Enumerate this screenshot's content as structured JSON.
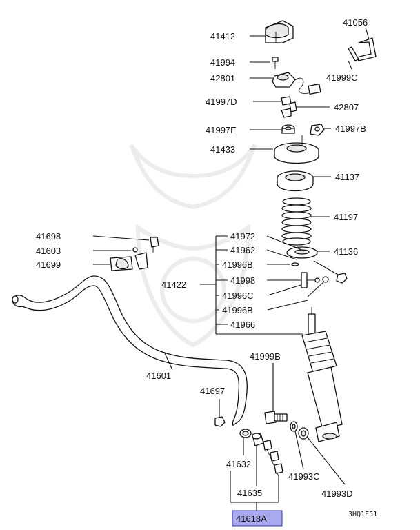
{
  "labels": {
    "p41412": "41412",
    "p41056": "41056",
    "p41994": "41994",
    "p42801": "42801",
    "p41999C": "41999C",
    "p41997D": "41997D",
    "p42807": "42807",
    "p41997E": "41997E",
    "p41997B": "41997B",
    "p41433": "41433",
    "p41137": "41137",
    "p41197": "41197",
    "p41972": "41972",
    "p41962": "41962",
    "p41136": "41136",
    "p41698": "41698",
    "p41603": "41603",
    "p41699": "41699",
    "p41996B_1": "41996B",
    "p41422": "41422",
    "p41998": "41998",
    "p41996C": "41996C",
    "p41996B_2": "41996B",
    "p41966": "41966",
    "p41999B": "41999B",
    "p41601": "41601",
    "p41697": "41697",
    "p41632": "41632",
    "p41635": "41635",
    "p41993C": "41993C",
    "p41993D": "41993D",
    "p41618A": "41618A"
  },
  "diagram_ref": "3HQ1E51",
  "highlight_color": "#a9a9f0"
}
